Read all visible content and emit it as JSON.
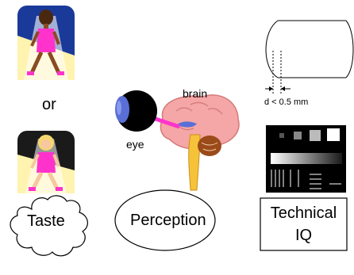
{
  "connector": "or",
  "eye_label": "eye",
  "brain_label": "brain",
  "measure_label": "d < 0.5 mm",
  "boxes": {
    "taste": "Taste",
    "perception": "Perception",
    "technical_line1": "Technical",
    "technical_line2": "IQ"
  },
  "colors": {
    "accent": "#ff33cc",
    "brain": "#f5a6a6",
    "eye_ball": "#000000",
    "iris": "#5a6fd6",
    "cerebellum": "#9b4a1a",
    "spinal": "#f6c23a",
    "spot": "#fff3b0",
    "tile_blue": "#1a3a9a"
  },
  "icons": [
    "woman-walking-icon",
    "woman-walking-icon",
    "eye-brain-illustration",
    "cylinder-diagram",
    "test-chart-icon"
  ]
}
